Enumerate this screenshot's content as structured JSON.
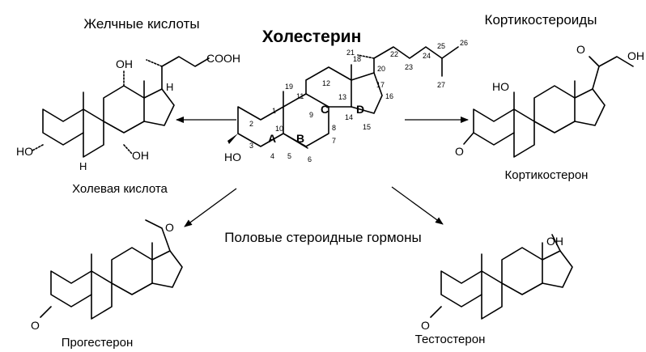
{
  "title": "Холестерин",
  "groups": {
    "bile_acids": "Желчные кислоты",
    "corticosteroids": "Кортикостероиды",
    "sex_hormones": "Половые стероидные гормоны"
  },
  "compounds": {
    "cholic_acid": "Холевая кислота",
    "corticosterone": "Кортикостерон",
    "progesterone": "Прогестерон",
    "testosterone": "Тестостерон"
  },
  "rings": [
    "A",
    "B",
    "C",
    "D"
  ],
  "atoms": {
    "oh": "HO",
    "oh_right": "OH",
    "h": "H",
    "o": "O",
    "cooh": "COOH"
  },
  "carbon_numbers": [
    "1",
    "2",
    "3",
    "4",
    "5",
    "6",
    "7",
    "8",
    "9",
    "10",
    "11",
    "12",
    "13",
    "14",
    "15",
    "16",
    "17",
    "18",
    "19",
    "20",
    "21",
    "22",
    "23",
    "24",
    "25",
    "26",
    "27"
  ]
}
